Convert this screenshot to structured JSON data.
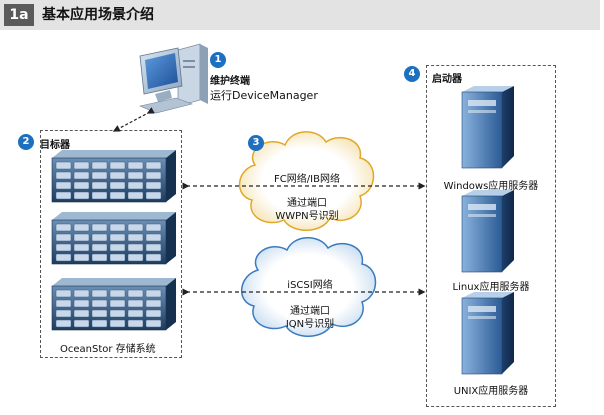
{
  "header": {
    "tag": "1a",
    "title": "基本应用场景介绍"
  },
  "maintenance": {
    "number": "1",
    "title": "维护终端",
    "subtitle": "运行DeviceManager"
  },
  "target": {
    "number": "2",
    "title": "目标器",
    "storage_label": "OceanStor 存储系统"
  },
  "network_fc": {
    "number": "3",
    "line1": "FC网络/IB网络",
    "line2": "通过端口",
    "line3": "WWPN号识别"
  },
  "network_iscsi": {
    "line1": "iSCSI网络",
    "line2": "通过端口",
    "line3": "IQN号识别"
  },
  "initiator": {
    "number": "4",
    "title": "启动器",
    "servers": [
      "Windows应用服务器",
      "Linux应用服务器",
      "UNIX应用服务器"
    ]
  },
  "colors": {
    "badge": "#1d6fbf",
    "fc_cloud": "#e0a828",
    "iscsi_cloud": "#3a7bbf",
    "header_bg": "#e3e3e3"
  }
}
